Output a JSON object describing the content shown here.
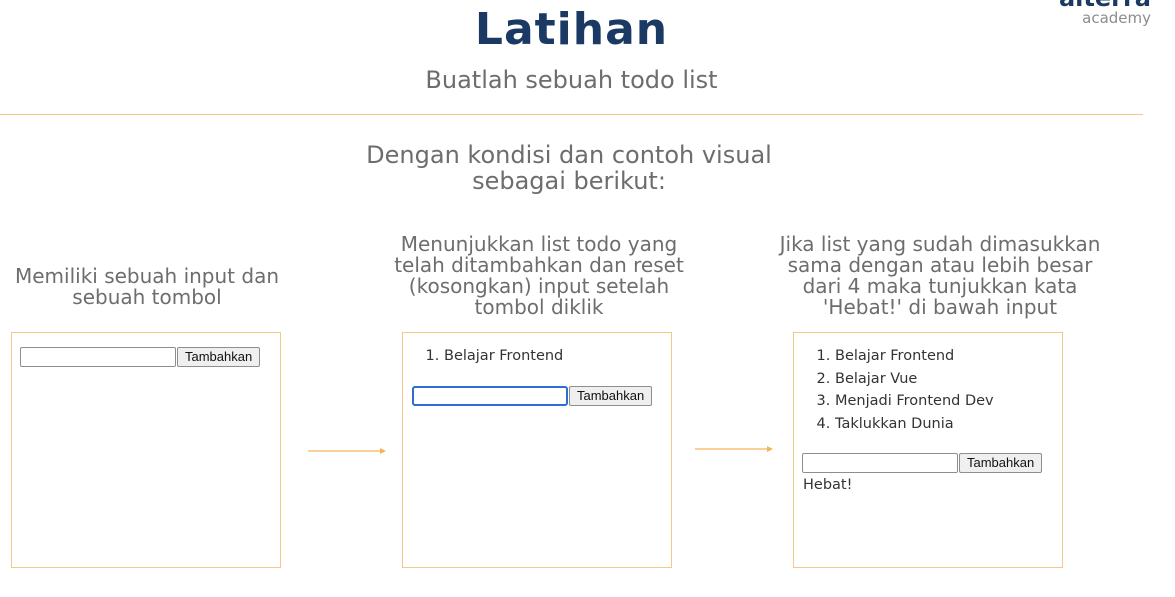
{
  "header": {
    "title": "Latihan",
    "logo_main": "alterra",
    "logo_sub": "academy",
    "subtitle": "Buatlah sebuah todo list"
  },
  "intro": "Dengan kondisi dan contoh visual sebagai berikut:",
  "captions": [
    "Memiliki sebuah input dan sebuah tombol",
    "Menunjukkan list todo yang telah ditambahkan dan reset (kosongkan) input setelah tombol diklik",
    "Jika list yang sudah dimasukkan sama dengan atau lebih besar dari 4 maka tunjukkan kata 'Hebat!' di bawah input"
  ],
  "panels": [
    {
      "input_value": "",
      "button_label": "Tambahkan",
      "items": []
    },
    {
      "input_value": "",
      "button_label": "Tambahkan",
      "items": [
        "Belajar Frontend"
      ]
    },
    {
      "input_value": "",
      "button_label": "Tambahkan",
      "items": [
        "Belajar Frontend",
        "Belajar Vue",
        "Menjadi Frontend Dev",
        "Taklukkan Dunia"
      ],
      "message": "Hebat!"
    }
  ],
  "colors": {
    "accent": "#f3c98a",
    "arrow": "#f3b35a",
    "title": "#1b3a63",
    "focus": "#2d6fd1"
  }
}
